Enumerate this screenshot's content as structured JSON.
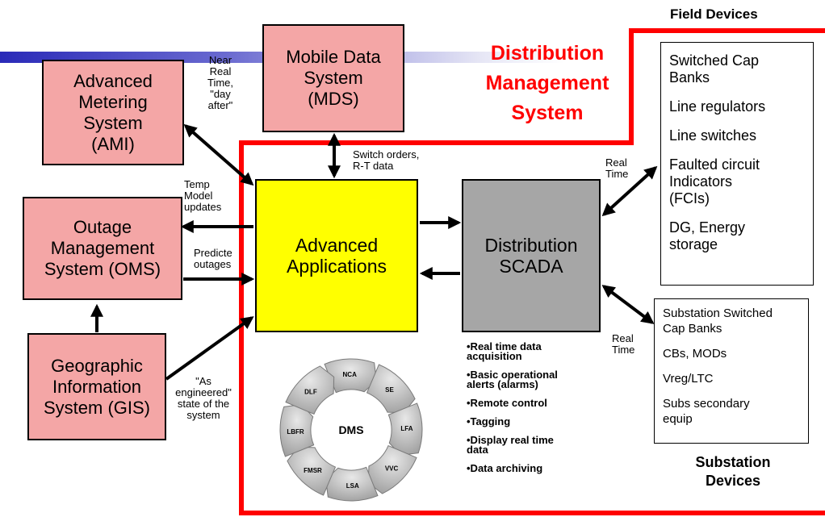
{
  "field_devices": {
    "heading": "Field Devices",
    "items": [
      "Switched Cap\nBanks",
      "Line regulators",
      "Line switches",
      "Faulted circuit\nIndicators\n(FCIs)",
      "DG, Energy\nstorage"
    ]
  },
  "substation_devices": {
    "heading": "Substation\nDevices",
    "items": [
      "Substation Switched\nCap Banks",
      "CBs, MODs",
      "Vreg/LTC",
      "Subs secondary\nequip"
    ]
  },
  "dms_title": "Distribution\nManagement\nSystem",
  "boxes": {
    "ami": "Advanced\nMetering\nSystem\n(AMI)",
    "mds": "Mobile Data\nSystem\n(MDS)",
    "oms": "Outage\nManagement\nSystem (OMS)",
    "gis": "Geographic\nInformation\nSystem (GIS)",
    "advanced_apps": "Advanced\nApplications",
    "scada": "Distribution\nSCADA"
  },
  "labels": {
    "near_real_time": "Near\nReal\nTime,\n\"day\nafter\"",
    "switch_orders": "Switch orders,\nR-T data",
    "temp_model": "Temp\nModel\nupdates",
    "predicted_outages": "Predicte\noutages",
    "as_engineered": "\"As\nengineered\"\nstate of the\nsystem",
    "real_time_field": "Real\nTime",
    "real_time_subs": "Real\nTime"
  },
  "scada_functions": [
    "•Real time data\nacquisition",
    "•Basic operational\nalerts (alarms)",
    "•Remote control",
    "•Tagging",
    "•Display real time\ndata",
    "•Data archiving"
  ],
  "dms_cycle": {
    "center": "DMS",
    "segments": [
      "NCA",
      "SE",
      "LFA",
      "VVC",
      "LSA",
      "FMSR",
      "LBFR",
      "DLF"
    ]
  },
  "colors": {
    "pink": "#f4a6a6",
    "yellow": "#ffff00",
    "gray": "#a6a6a6",
    "red": "#ff0000",
    "banner": "#3b3bbf"
  }
}
